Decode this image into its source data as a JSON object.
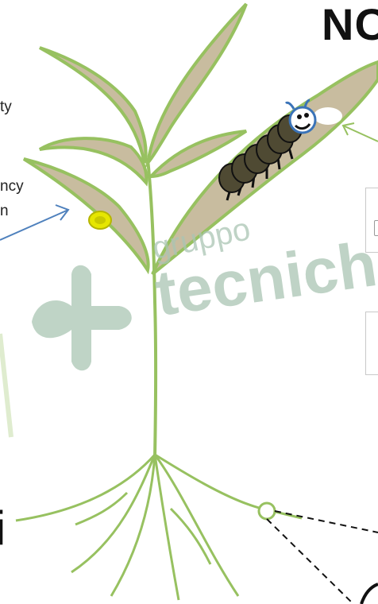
{
  "title": "NO",
  "left_labels": {
    "line1": "ty",
    "line2": "ncy",
    "line3": "n"
  },
  "big_left_text": "i",
  "watermark": {
    "small": "gruppo",
    "large": "tecniche"
  },
  "colors": {
    "stem": "#97c160",
    "leaf_fill": "#c8bc9f",
    "leaf_stroke": "#97c160",
    "caterpillar_body": "#4f4a33",
    "caterpillar_head": "#3a73b8",
    "yellow_spot": "#e6e600",
    "arrow_blue": "#4f81bd",
    "watermark": "#aac5b3"
  },
  "icons": [
    "caterpillar-icon",
    "egg-icon"
  ]
}
